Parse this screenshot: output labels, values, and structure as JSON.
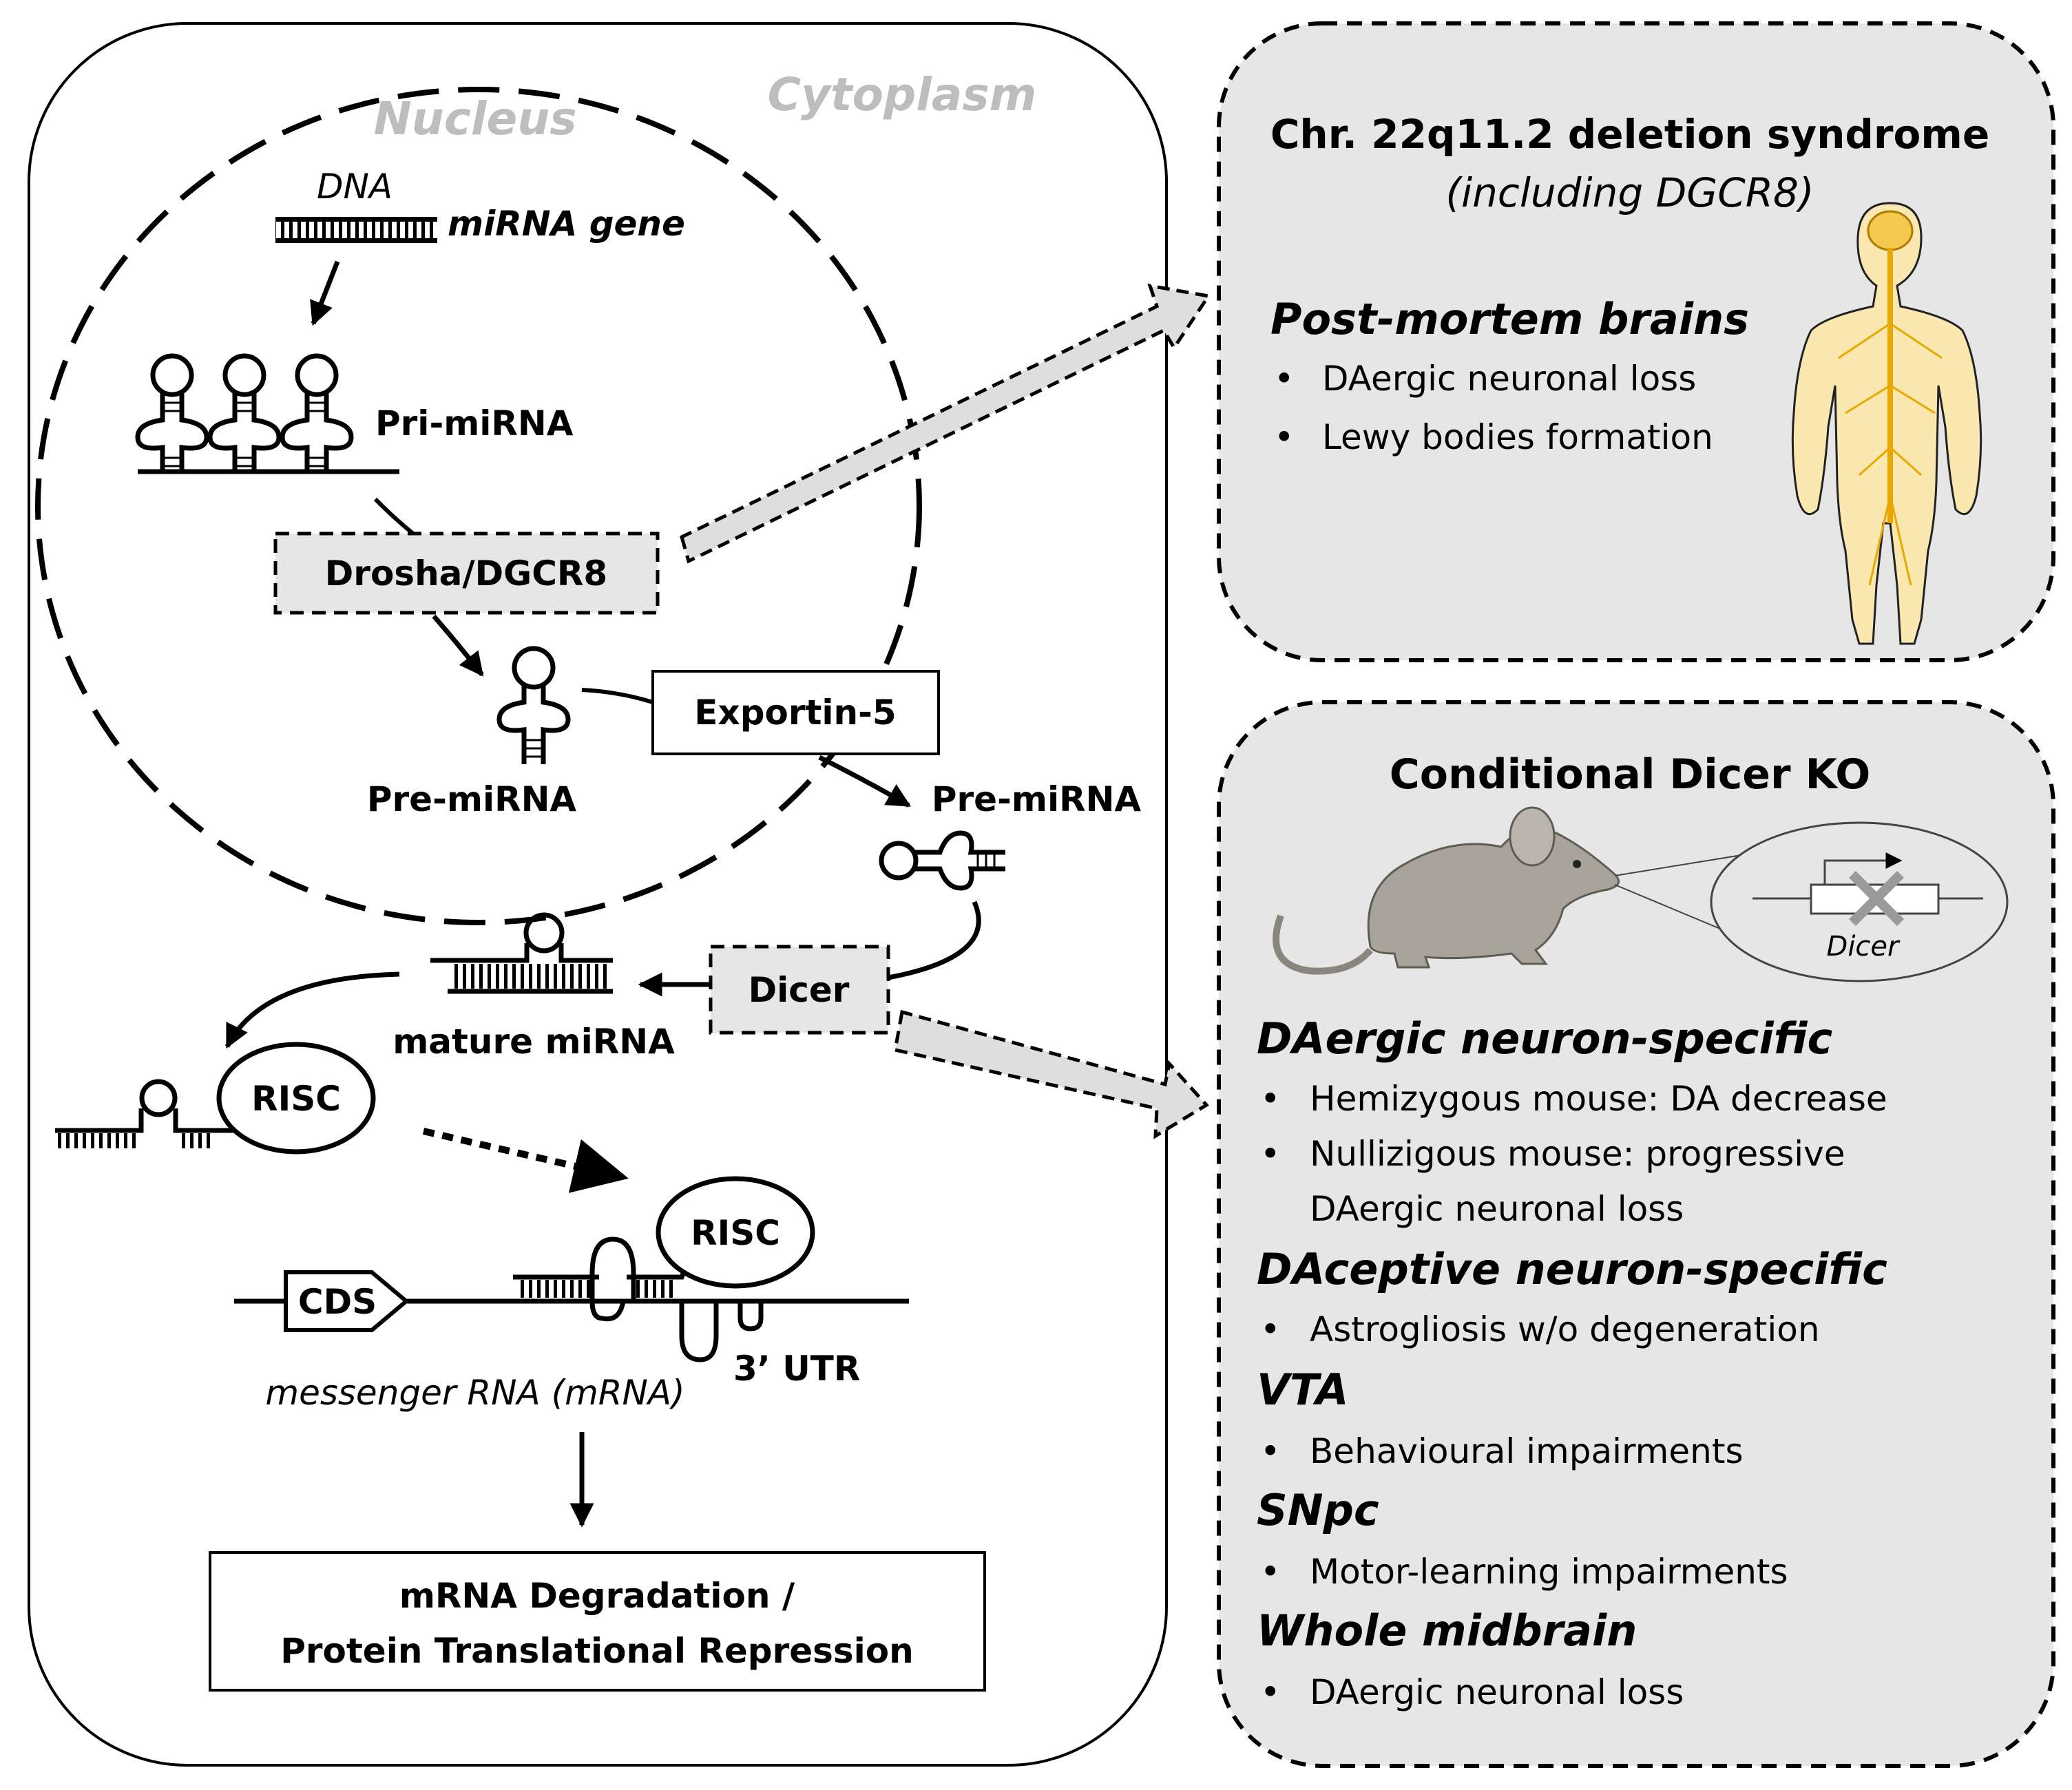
{
  "compartments": {
    "nucleus": "Nucleus",
    "cytoplasm": "Cytoplasm"
  },
  "pathway": {
    "dna": "DNA",
    "mirna_gene": "miRNA gene",
    "pri_mirna": "Pri-miRNA",
    "drosha": "Drosha/DGCR8",
    "pre_mirna_nuclear": "Pre-miRNA",
    "exportin": "Exportin-5",
    "pre_mirna_cyto": "Pre-miRNA",
    "dicer": "Dicer",
    "mature_mirna": "mature miRNA",
    "risc_1": "RISC",
    "risc_2": "RISC",
    "cds": "CDS",
    "utr": "3’ UTR",
    "mrna": "messenger RNA (mRNA)",
    "outcome_line1": "mRNA Degradation /",
    "outcome_line2": "Protein Translational Repression"
  },
  "panel_top": {
    "title": "Chr. 22q11.2 deletion syndrome",
    "subtitle": "(including DGCR8)",
    "section": "Post-mortem brains",
    "bullets": [
      "DAergic neuronal  loss",
      "Lewy bodies formation"
    ]
  },
  "panel_bottom": {
    "title": "Conditional Dicer KO",
    "construct_label": "Dicer",
    "sections": [
      {
        "heading": "DAergic neuron-specific",
        "bullets": [
          "Hemizygous mouse:  DA decrease",
          "Nullizigous mouse:  progressive",
          "DAergic neuronal  loss"
        ]
      },
      {
        "heading": "DAceptive neuron-specific",
        "bullets": [
          "Astrogliosis w/o degeneration"
        ]
      },
      {
        "heading": "VTA",
        "bullets": [
          "Behavioural impairments"
        ]
      },
      {
        "heading": "SNpc",
        "bullets": [
          "Motor-learning  impairments"
        ]
      },
      {
        "heading": "Whole midbrain",
        "bullets": [
          "DAergic neuronal  loss"
        ]
      }
    ]
  },
  "colors": {
    "panel_fill": "#e6e6e6",
    "compartment_label": "#bdbdbd",
    "line": "#000000",
    "arrow_fill": "#dedede",
    "body_fill": "#fbe7b0",
    "nerve": "#e8a800",
    "mouse_fill": "#a8a49b"
  }
}
